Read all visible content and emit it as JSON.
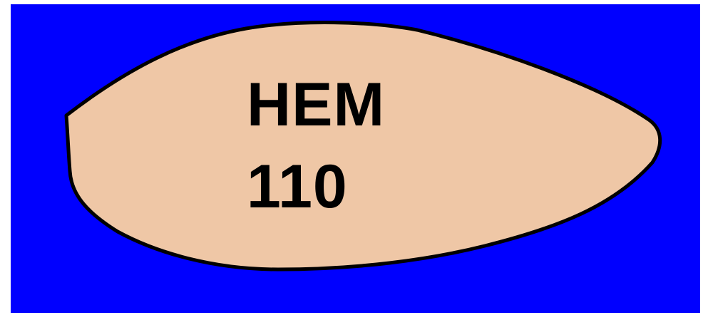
{
  "colors": {
    "background": "#0000ff",
    "shape_fill": "#efc7a6",
    "outline": "#000000",
    "text": "#000000"
  },
  "shape": {
    "icon": "lens-shape"
  },
  "labels": {
    "line1": "HEM",
    "line2": "110"
  }
}
